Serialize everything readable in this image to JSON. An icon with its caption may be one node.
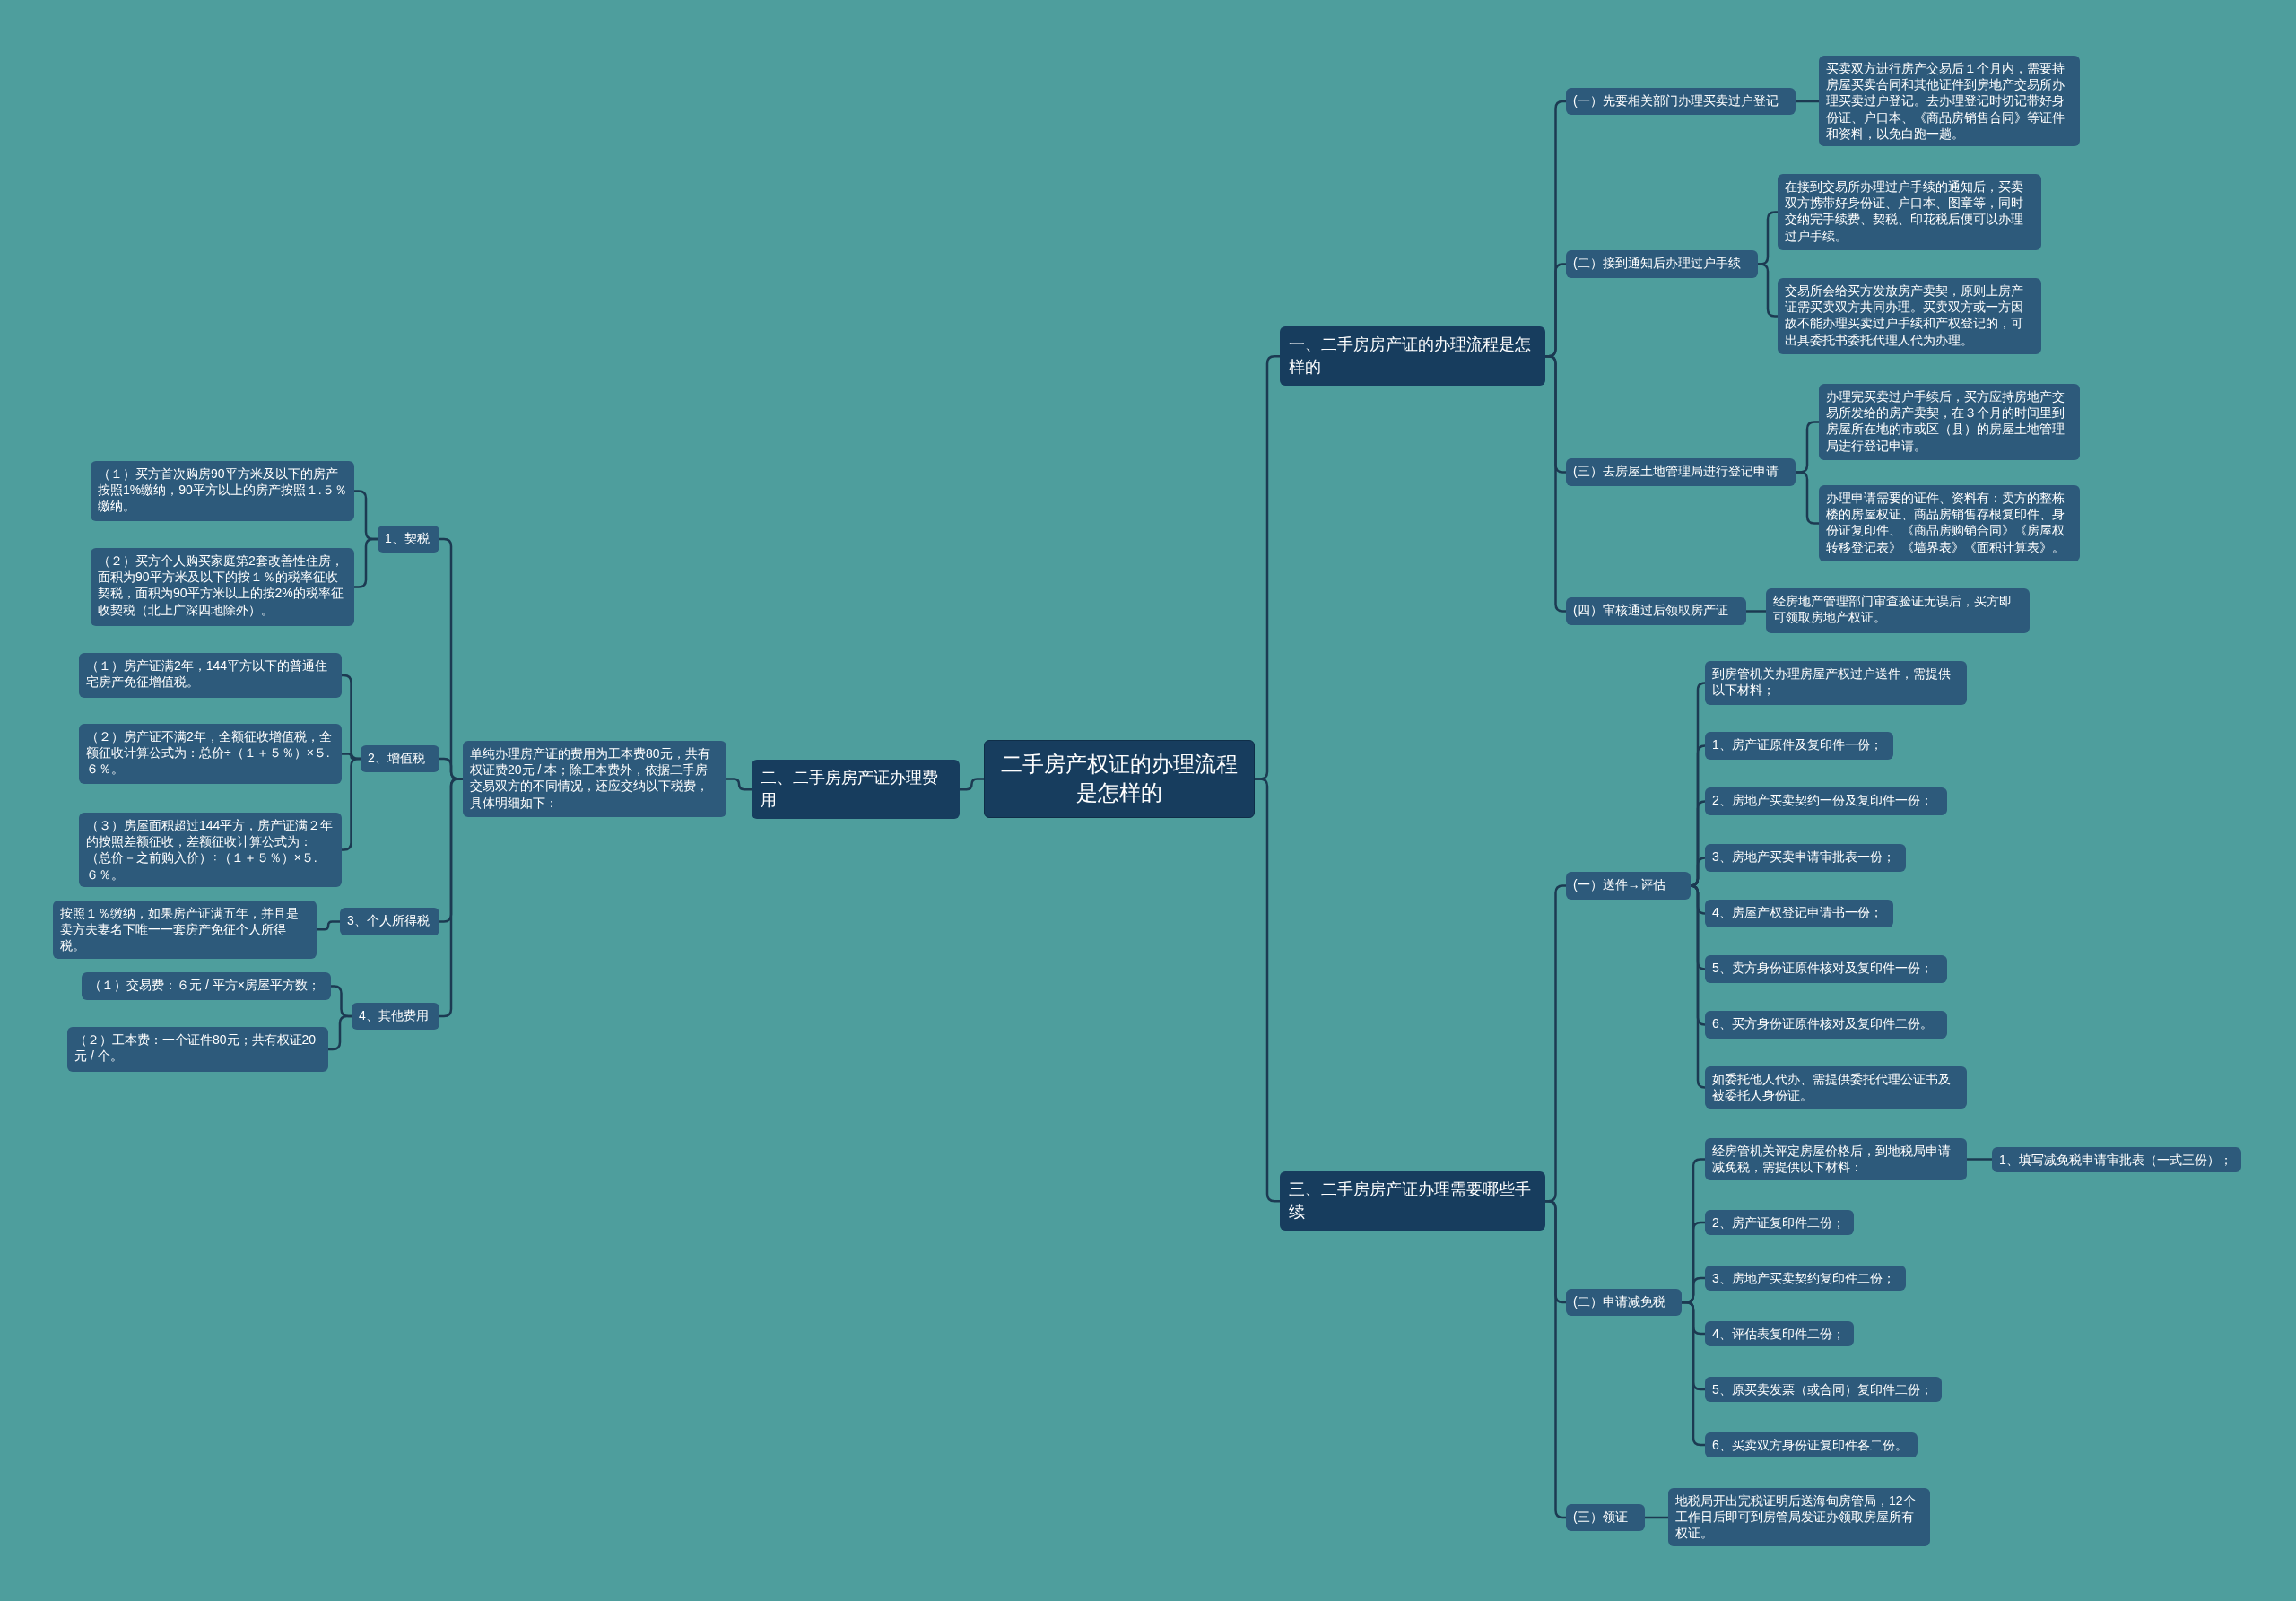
{
  "diagram": {
    "nodes": [
      {
        "text": [
          "二手房产权证的办理流程是怎样的"
        ]
      },
      {
        "text": [
          "一、二手房房产证的办理流程是怎样的"
        ]
      },
      {
        "text": [
          "(一）先要相关部门办理买卖过户登记"
        ]
      },
      {
        "text": [
          "买卖双方进行房产交易后１个月内，需要持房屋买卖合同和其他证件到房地产交易所办理买卖过户登记。去办理登记时切记带好身份证、户口本、《商品房销售合同》等证件和资料，以免白跑一趟。"
        ]
      },
      {
        "text": [
          "(二）接到通知后办理过户手续"
        ]
      },
      {
        "text": [
          "在接到交易所办理过户手续的通知后，买卖双方携带好身份证、户口本、图章等，同时交纳完手续费、契税、印花税后便可以办理过户手续。"
        ]
      },
      {
        "text": [
          "交易所会给买方发放房产卖契，原则上房产证需买卖双方共同办理。买卖双方或一方因故不能办理买卖过户手续和产权登记的，可出具委托书委托代理人代为办理。"
        ]
      },
      {
        "text": [
          "(三）去房屋土地管理局进行登记申请"
        ]
      },
      {
        "text": [
          "办理完买卖过户手续后，买方应持房地产交易所发给的房产卖契，在３个月的时间里到房屋所在地的市或区（县）的房屋土地管理局进行登记申请。"
        ]
      },
      {
        "text": [
          "办理申请需要的证件、资料有：卖方的整栋楼的房屋权证、商品房销售存根复印件、身份证复印件、《商品房购销合同》《房屋权转移登记表》《墙界表》《面积计算表》。"
        ]
      },
      {
        "text": [
          "(四）审核通过后领取房产证"
        ]
      },
      {
        "text": [
          "经房地产管理部门审查验证无误后，买方即可领取房地产权证。"
        ]
      },
      {
        "text": [
          "二、二手房房产证办理费用"
        ]
      },
      {
        "text": [
          "单纯办理房产证的费用为工本费80元，共有权证费20元 / 本；除工本费外，依据二手房交易双方的不同情况，还应交纳以下税费，具体明细如下："
        ]
      },
      {
        "text": [
          "1、契税"
        ]
      },
      {
        "text": [
          "（１）买方首次购房90平方米及以下的房产按照1%缴纳，90平方以上的房产按照１.５％缴纳。"
        ]
      },
      {
        "text": [
          "（２）买方个人购买家庭第2套改善性住房，面积为90平方米及以下的按１％的税率征收契税，面积为90平方米以上的按2%的税率征收契税（北上广深四地除外）。"
        ]
      },
      {
        "text": [
          "2、增值税"
        ]
      },
      {
        "text": [
          "（１）房产证满2年，144平方以下的普通住宅房产免征增值税。"
        ]
      },
      {
        "text": [
          "（２）房产证不满2年，全额征收增值税，全额征收计算公式为：总价÷（１＋５％）×５.６％。"
        ]
      },
      {
        "text": [
          "（３）房屋面积超过144平方，房产证满２年的按照差额征收，差额征收计算公式为：（总价－之前购入价）÷（１＋５％）×５.６％。"
        ]
      },
      {
        "text": [
          "3、个人所得税"
        ]
      },
      {
        "text": [
          "按照１％缴纳，如果房产证满五年，并且是卖方夫妻名下唯一一套房产免征个人所得税。"
        ]
      },
      {
        "text": [
          "4、其他费用"
        ]
      },
      {
        "text": [
          "（１）交易费：６元 / 平方×房屋平方数；"
        ]
      },
      {
        "text": [
          "（２）工本费：一个证件80元；共有权证20元 / 个。"
        ]
      },
      {
        "text": [
          "三、二手房房产证办理需要哪些手续"
        ]
      },
      {
        "text": [
          "(一）送件→评估"
        ]
      },
      {
        "text": [
          "到房管机关办理房屋产权过户送件，需提供以下材料；"
        ]
      },
      {
        "text": [
          "1、房产证原件及复印件一份；"
        ]
      },
      {
        "text": [
          "2、房地产买卖契约一份及复印件一份；"
        ]
      },
      {
        "text": [
          "3、房地产买卖申请审批表一份；"
        ]
      },
      {
        "text": [
          "4、房屋产权登记申请书一份；"
        ]
      },
      {
        "text": [
          "5、卖方身份证原件核对及复印件一份；"
        ]
      },
      {
        "text": [
          "6、买方身份证原件核对及复印件二份。"
        ]
      },
      {
        "text": [
          "如委托他人代办、需提供委托代理公证书及被委托人身份证。"
        ]
      },
      {
        "text": [
          "(二）申请减免税"
        ]
      },
      {
        "text": [
          "经房管机关评定房屋价格后，到地税局申请减免税，需提供以下材料："
        ]
      },
      {
        "text": [
          "1、填写减免税申请审批表（一式三份）；"
        ]
      },
      {
        "text": [
          "2、房产证复印件二份；"
        ]
      },
      {
        "text": [
          "3、房地产买卖契约复印件二份；"
        ]
      },
      {
        "text": [
          "4、评估表复印件二份；"
        ]
      },
      {
        "text": [
          "5、原买卖发票（或合同）复印件二份；"
        ]
      },
      {
        "text": [
          "6、买卖双方身份证复印件各二份。"
        ]
      },
      {
        "text": [
          "(三）领证"
        ]
      },
      {
        "text": [
          "地税局开出完税证明后送海甸房管局，12个工作日后即可到房管局发证办领取房屋所有权证。"
        ]
      }
    ],
    "edges": [
      {
        "from": 0,
        "to": 1,
        "arrow": "none"
      },
      {
        "from": 0,
        "to": 12,
        "arrow": "none"
      },
      {
        "from": 0,
        "to": 26,
        "arrow": "none"
      },
      {
        "from": 1,
        "to": 2,
        "arrow": "none"
      },
      {
        "from": 1,
        "to": 4,
        "arrow": "none"
      },
      {
        "from": 1,
        "to": 7,
        "arrow": "none"
      },
      {
        "from": 1,
        "to": 10,
        "arrow": "none"
      },
      {
        "from": 2,
        "to": 3,
        "arrow": "none"
      },
      {
        "from": 4,
        "to": 5,
        "arrow": "none"
      },
      {
        "from": 4,
        "to": 6,
        "arrow": "none"
      },
      {
        "from": 7,
        "to": 8,
        "arrow": "none"
      },
      {
        "from": 7,
        "to": 9,
        "arrow": "none"
      },
      {
        "from": 10,
        "to": 11,
        "arrow": "none"
      },
      {
        "from": 12,
        "to": 13,
        "arrow": "none"
      },
      {
        "from": 13,
        "to": 14,
        "arrow": "none"
      },
      {
        "from": 13,
        "to": 17,
        "arrow": "none"
      },
      {
        "from": 13,
        "to": 21,
        "arrow": "none"
      },
      {
        "from": 13,
        "to": 23,
        "arrow": "none"
      },
      {
        "from": 14,
        "to": 15,
        "arrow": "none"
      },
      {
        "from": 14,
        "to": 16,
        "arrow": "none"
      },
      {
        "from": 17,
        "to": 18,
        "arrow": "none"
      },
      {
        "from": 17,
        "to": 19,
        "arrow": "none"
      },
      {
        "from": 17,
        "to": 20,
        "arrow": "none"
      },
      {
        "from": 21,
        "to": 22,
        "arrow": "none"
      },
      {
        "from": 23,
        "to": 24,
        "arrow": "none"
      },
      {
        "from": 23,
        "to": 25,
        "arrow": "none"
      },
      {
        "from": 26,
        "to": 27,
        "arrow": "none"
      },
      {
        "from": 26,
        "to": 36,
        "arrow": "none"
      },
      {
        "from": 26,
        "to": 44,
        "arrow": "none"
      },
      {
        "from": 27,
        "to": 28,
        "arrow": "none"
      },
      {
        "from": 27,
        "to": 29,
        "arrow": "none"
      },
      {
        "from": 27,
        "to": 30,
        "arrow": "none"
      },
      {
        "from": 27,
        "to": 31,
        "arrow": "none"
      },
      {
        "from": 27,
        "to": 32,
        "arrow": "none"
      },
      {
        "from": 27,
        "to": 33,
        "arrow": "none"
      },
      {
        "from": 27,
        "to": 34,
        "arrow": "none"
      },
      {
        "from": 27,
        "to": 35,
        "arrow": "none"
      },
      {
        "from": 36,
        "to": 37,
        "arrow": "none"
      },
      {
        "from": 36,
        "to": 39,
        "arrow": "none"
      },
      {
        "from": 36,
        "to": 40,
        "arrow": "none"
      },
      {
        "from": 36,
        "to": 41,
        "arrow": "none"
      },
      {
        "from": 36,
        "to": 42,
        "arrow": "none"
      },
      {
        "from": 36,
        "to": 43,
        "arrow": "none"
      },
      {
        "from": 37,
        "to": 38,
        "arrow": "none"
      },
      {
        "from": 44,
        "to": 45,
        "arrow": "none"
      }
    ]
  }
}
